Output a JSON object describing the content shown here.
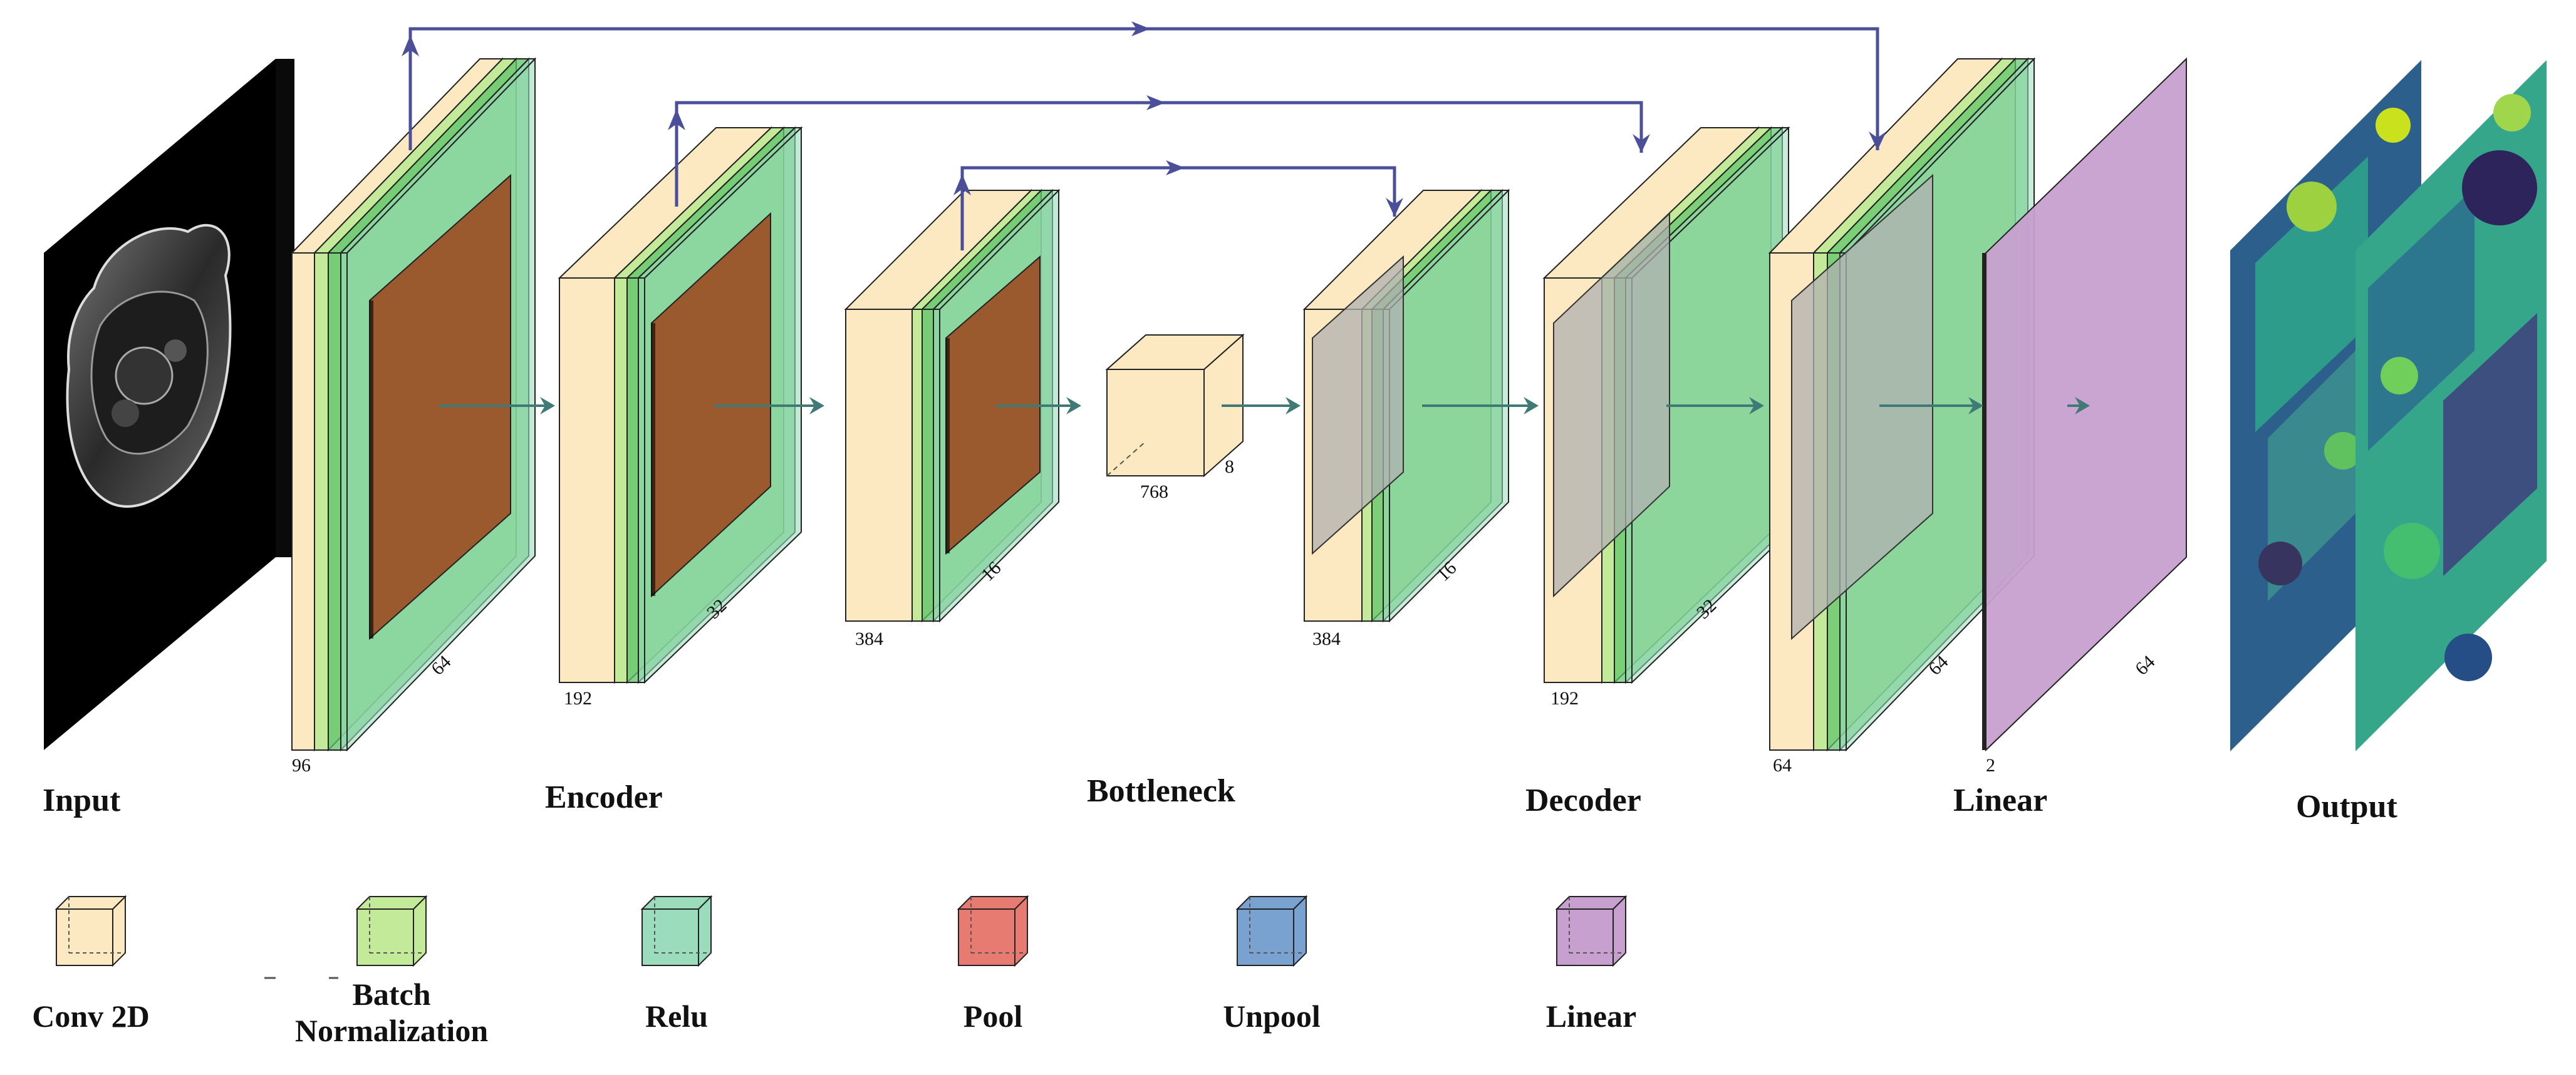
{
  "sections": {
    "input": "Input",
    "encoder": "Encoder",
    "bottleneck": "Bottleneck",
    "decoder": "Decoder",
    "linear": "Linear",
    "output": "Output"
  },
  "legend": [
    {
      "label": "Conv 2D",
      "color": "#fde9c1"
    },
    {
      "label": "Batch\nNormalization",
      "color": "#c2ea98"
    },
    {
      "label": "Relu",
      "color": "#9bdcbc"
    },
    {
      "label": "Pool",
      "color": "#e77b72"
    },
    {
      "label": "Unpool",
      "color": "#7aa2d0"
    },
    {
      "label": "Linear",
      "color": "#c7a0cf"
    }
  ],
  "blocks": {
    "enc1": {
      "channels": "96",
      "size": "64"
    },
    "enc2": {
      "channels": "192",
      "size": "32"
    },
    "enc3": {
      "channels": "384",
      "size": "16"
    },
    "bottleneck": {
      "channels": "768",
      "size": "8"
    },
    "dec3": {
      "channels": "384",
      "size": "16"
    },
    "dec2": {
      "channels": "192",
      "size": "32"
    },
    "dec1": {
      "channels": "64",
      "size": "64"
    },
    "linear": {
      "channels": "2",
      "size": "64"
    }
  },
  "colors": {
    "conv": "#fde9c1",
    "batchnorm": "#c2ea98",
    "relu": "#9bdcbc",
    "relu_front": "#5cc36a",
    "pool": "#9a5a2e",
    "unpool": "#b0b0b0",
    "linear": "#c7a0cf",
    "skip_arrow": "#4b4f9a",
    "flow_arrow": "#3f7a76"
  }
}
